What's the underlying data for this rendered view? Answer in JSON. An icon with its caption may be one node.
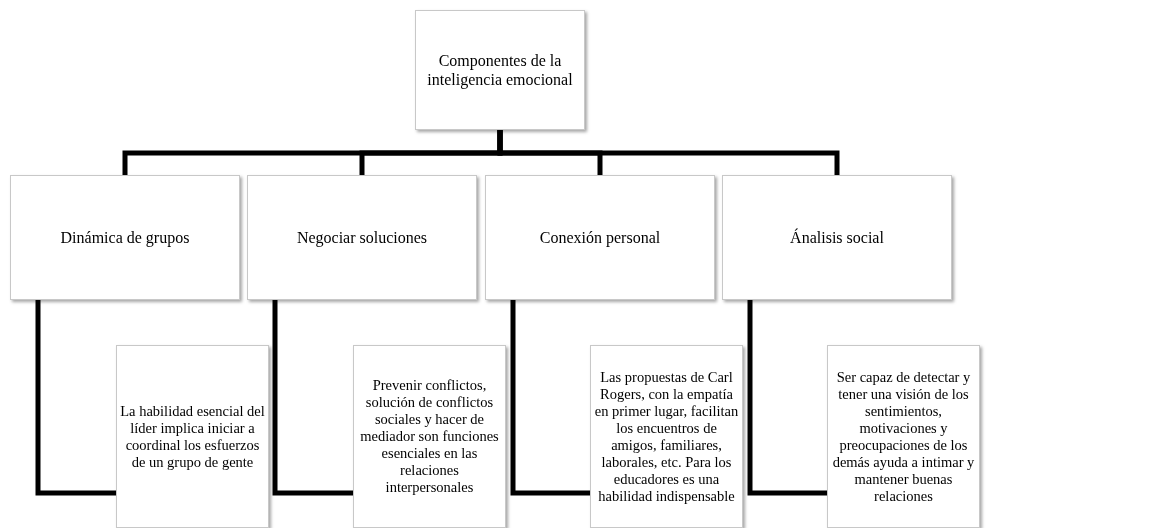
{
  "diagram": {
    "nodes": [
      {
        "text": [
          "Componentes de la inteligencia emocional"
        ]
      },
      {
        "text": [
          "Dinámica de grupos"
        ]
      },
      {
        "text": [
          "Negociar soluciones"
        ]
      },
      {
        "text": [
          "Conexión personal"
        ]
      },
      {
        "text": [
          "Ánalisis social"
        ]
      },
      {
        "text": [
          "La habilidad esencial del líder implica iniciar a coordinal los esfuerzos de un grupo de gente"
        ]
      },
      {
        "text": [
          "Prevenir conflictos, solución de conflictos sociales y hacer de mediador son funciones esenciales en las relaciones interpersonales"
        ]
      },
      {
        "text": [
          "Las propuestas de Carl Rogers, con la empatía en primer lugar, facilitan los encuentros de amigos, familiares, laborales, etc. Para los educadores es una habilidad indispensable"
        ]
      },
      {
        "text": [
          "Ser capaz de detectar y tener una visión de los sentimientos, motivaciones y preocupaciones de los demás ayuda a intimar y mantener buenas relaciones"
        ]
      }
    ],
    "edges": [
      {
        "from": 0,
        "to": 1,
        "arrow": "none"
      },
      {
        "from": 0,
        "to": 2,
        "arrow": "none"
      },
      {
        "from": 0,
        "to": 3,
        "arrow": "none"
      },
      {
        "from": 0,
        "to": 4,
        "arrow": "none"
      },
      {
        "from": 1,
        "to": 5,
        "arrow": "none"
      },
      {
        "from": 2,
        "to": 6,
        "arrow": "none"
      },
      {
        "from": 3,
        "to": 7,
        "arrow": "none"
      },
      {
        "from": 4,
        "to": 8,
        "arrow": "none"
      }
    ]
  }
}
